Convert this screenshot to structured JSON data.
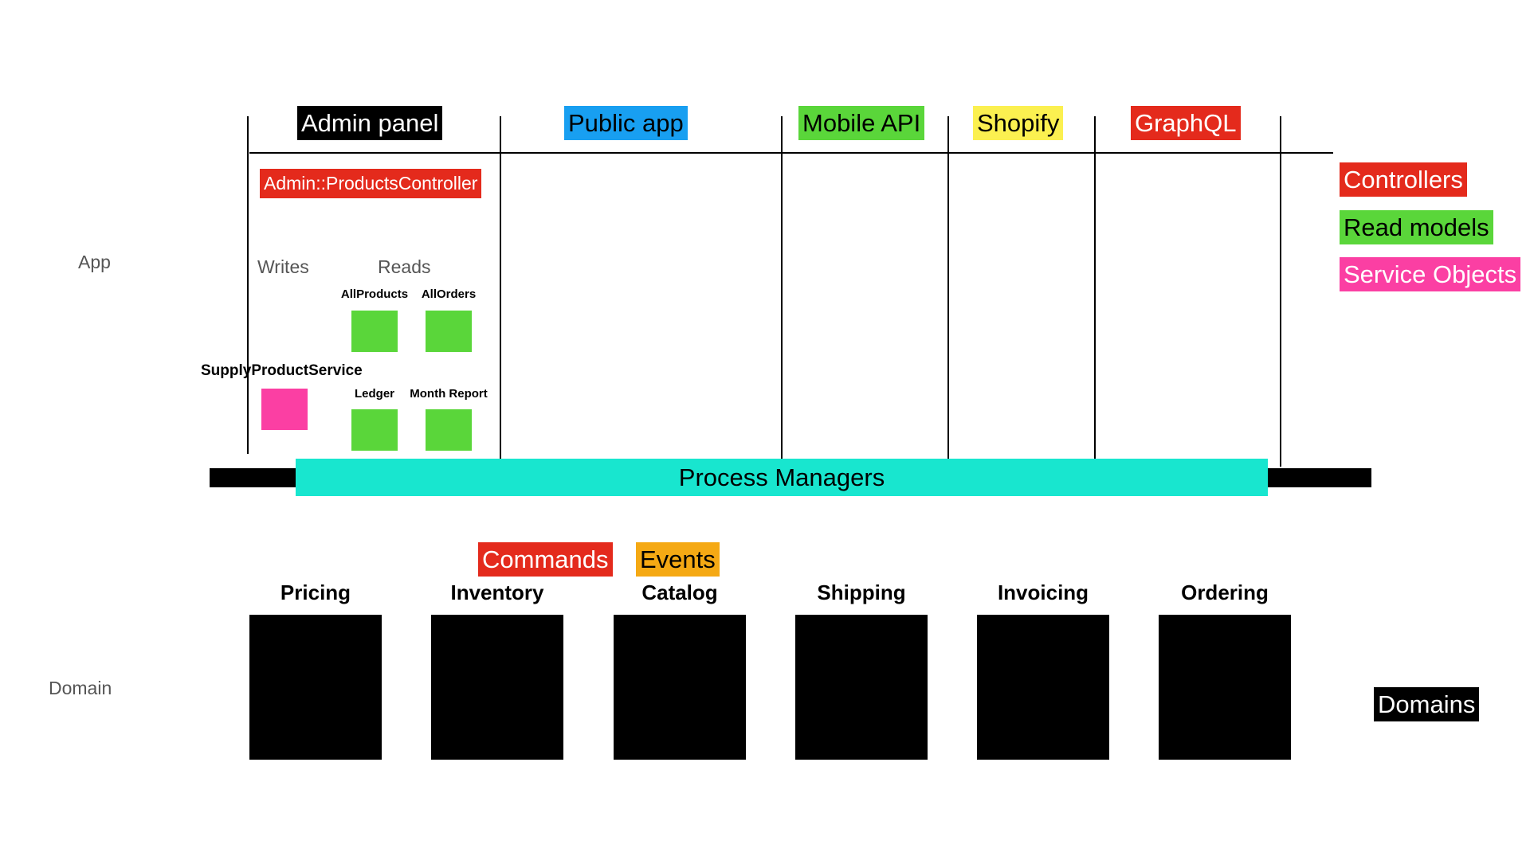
{
  "colors": {
    "controller": "#e42a1c",
    "read_model": "#5ad63a",
    "service_object": "#fb3fa3",
    "public_app": "#189ff1",
    "shopify": "#fbf050",
    "events": "#f5a914",
    "process_managers": "#18e6cf",
    "domain": "#000000"
  },
  "layers": {
    "app_label": "App",
    "domain_label": "Domain"
  },
  "clients": [
    {
      "label": "Admin panel",
      "color": "#000000",
      "text_color": "#ffffff"
    },
    {
      "label": "Public app",
      "color": "#189ff1",
      "text_color": "#000000"
    },
    {
      "label": "Mobile API",
      "color": "#5ad63a",
      "text_color": "#000000"
    },
    {
      "label": "Shopify",
      "color": "#fbf050",
      "text_color": "#000000"
    },
    {
      "label": "GraphQL",
      "color": "#e42a1c",
      "text_color": "#ffffff"
    }
  ],
  "admin": {
    "controller": "Admin::ProductsController",
    "writes_label": "Writes",
    "reads_label": "Reads",
    "service": "SupplyProductService",
    "read_models": [
      "AllProducts",
      "AllOrders",
      "Ledger",
      "Month Report"
    ]
  },
  "process_managers": "Process Managers",
  "messages": {
    "commands": "Commands",
    "events": "Events"
  },
  "domains": [
    "Pricing",
    "Inventory",
    "Catalog",
    "Shipping",
    "Invoicing",
    "Ordering"
  ],
  "legend": {
    "controllers": "Controllers",
    "read_models": "Read models",
    "service_objects": "Service Objects",
    "domains": "Domains"
  }
}
